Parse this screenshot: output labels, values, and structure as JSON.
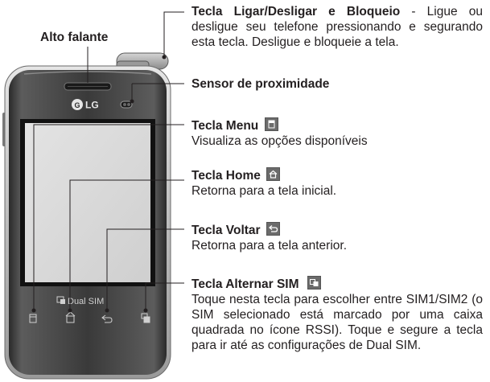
{
  "phone": {
    "brand": "LG",
    "dual_sim_label": "Dual SIM"
  },
  "labels": {
    "speaker": "Alto falante",
    "power": {
      "title": "Tecla Ligar/Desligar e Bloqueio",
      "desc": " - Ligue ou desligue seu telefone pressionando e segurando esta tecla. Desligue e bloqueie a tela."
    },
    "proximity": {
      "title": "Sensor de proximidade"
    },
    "menu": {
      "title": "Tecla Menu",
      "icon": "menu-key-icon",
      "desc": "Visualiza as opções disponíveis"
    },
    "home": {
      "title": "Tecla Home",
      "icon": "home-key-icon",
      "desc": "Retorna para a tela inicial."
    },
    "back": {
      "title": "Tecla Voltar",
      "icon": "back-key-icon",
      "desc": "Retorna para a tela anterior."
    },
    "sim": {
      "title": "Tecla Alternar SIM",
      "icon": "sim-switch-key-icon",
      "desc": "Toque nesta tecla para escolher entre SIM1/SIM2 (o SIM selecionado está marcado por uma caixa quadrada no ícone RSSI). Toque e segure a tecla para ir até as configurações de Dual SIM."
    }
  },
  "colors": {
    "body_dark": "#2b2b2b",
    "body_light": "#c8c8c8",
    "screen": "#d9d9d9",
    "leader_line": "#231f20",
    "icon_bg": "#6b6b6b"
  }
}
